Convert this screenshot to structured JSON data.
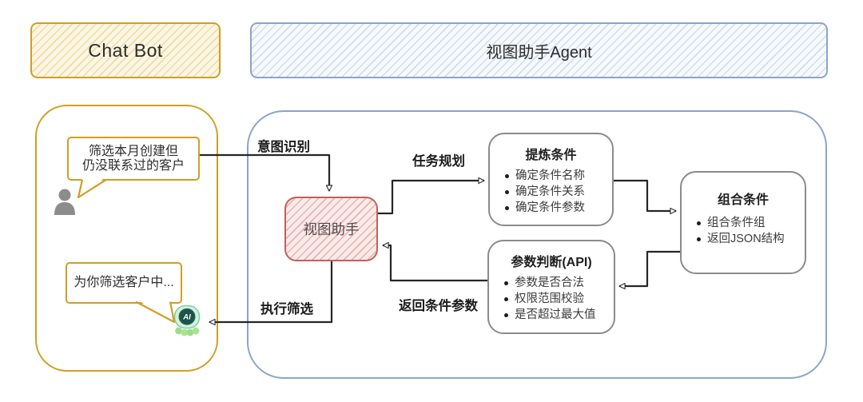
{
  "colors": {
    "chatbot_accent": "#D09E24",
    "agent_accent": "#8AA5C9",
    "assistant_node_border": "#C2605A",
    "assistant_node_fill": "#FBEBE9",
    "process_node_border": "#8B8B8B",
    "arrow": "#262626",
    "user_icon_gray": "#8C8C8C",
    "ai_icon_dark_green": "#1D5348",
    "ai_icon_light_green": "#9EDE87"
  },
  "headers": {
    "chatbot": {
      "title": "Chat Bot"
    },
    "agent": {
      "title": "视图助手Agent"
    }
  },
  "chat": {
    "user_message": {
      "line1": "筛选本月创建但",
      "line2": "仍没联系过的客户",
      "icon": "person-icon"
    },
    "bot_message": {
      "text": "为你筛选客户中...",
      "icon": "ai-bot-icon",
      "ai_badge": "AI"
    }
  },
  "flow": {
    "assistant_node": {
      "title": "视图助手"
    },
    "edge_labels": {
      "intent": "意图识别",
      "planning": "任务规划",
      "return_params": "返回条件参数",
      "execute": "执行筛选"
    },
    "nodes": [
      {
        "title": "提炼条件",
        "bullets": [
          "确定条件名称",
          "确定条件关系",
          "确定条件参数"
        ]
      },
      {
        "title": "组合条件",
        "bullets": [
          "组合条件组",
          "返回JSON结构"
        ]
      },
      {
        "title": "参数判断(API)",
        "bullets": [
          "参数是否合法",
          "权限范围校验",
          "是否超过最大值"
        ]
      }
    ]
  }
}
